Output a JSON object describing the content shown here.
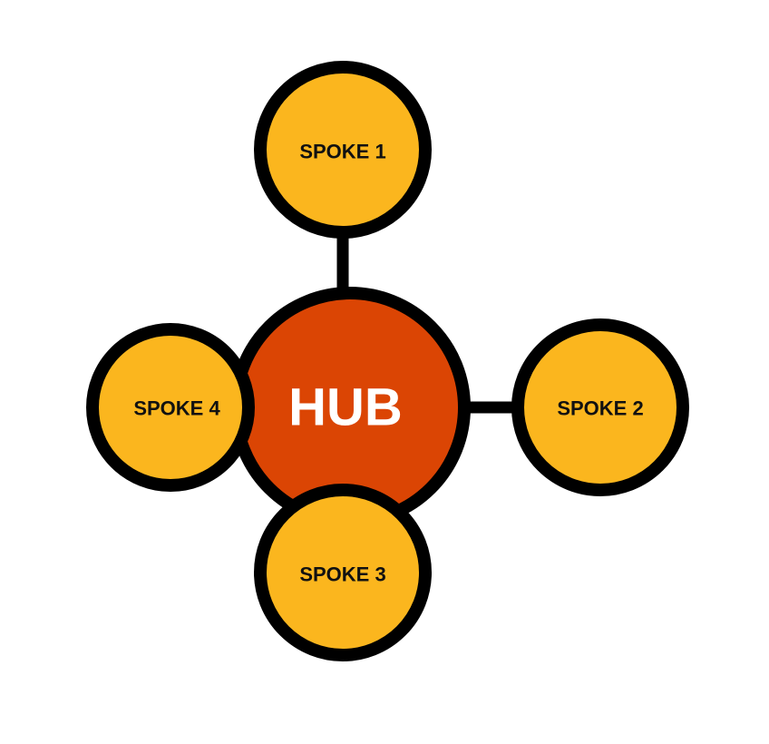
{
  "colors": {
    "hub_fill": "#DB4504",
    "spoke_fill": "#FBB61E",
    "outline": "#000000",
    "hub_text": "#FFFFFF",
    "spoke_text": "#111111"
  },
  "hub": {
    "label": "HUB"
  },
  "spokes": [
    {
      "label": "SPOKE 1"
    },
    {
      "label": "SPOKE 2"
    },
    {
      "label": "SPOKE 3"
    },
    {
      "label": "SPOKE 4"
    }
  ]
}
